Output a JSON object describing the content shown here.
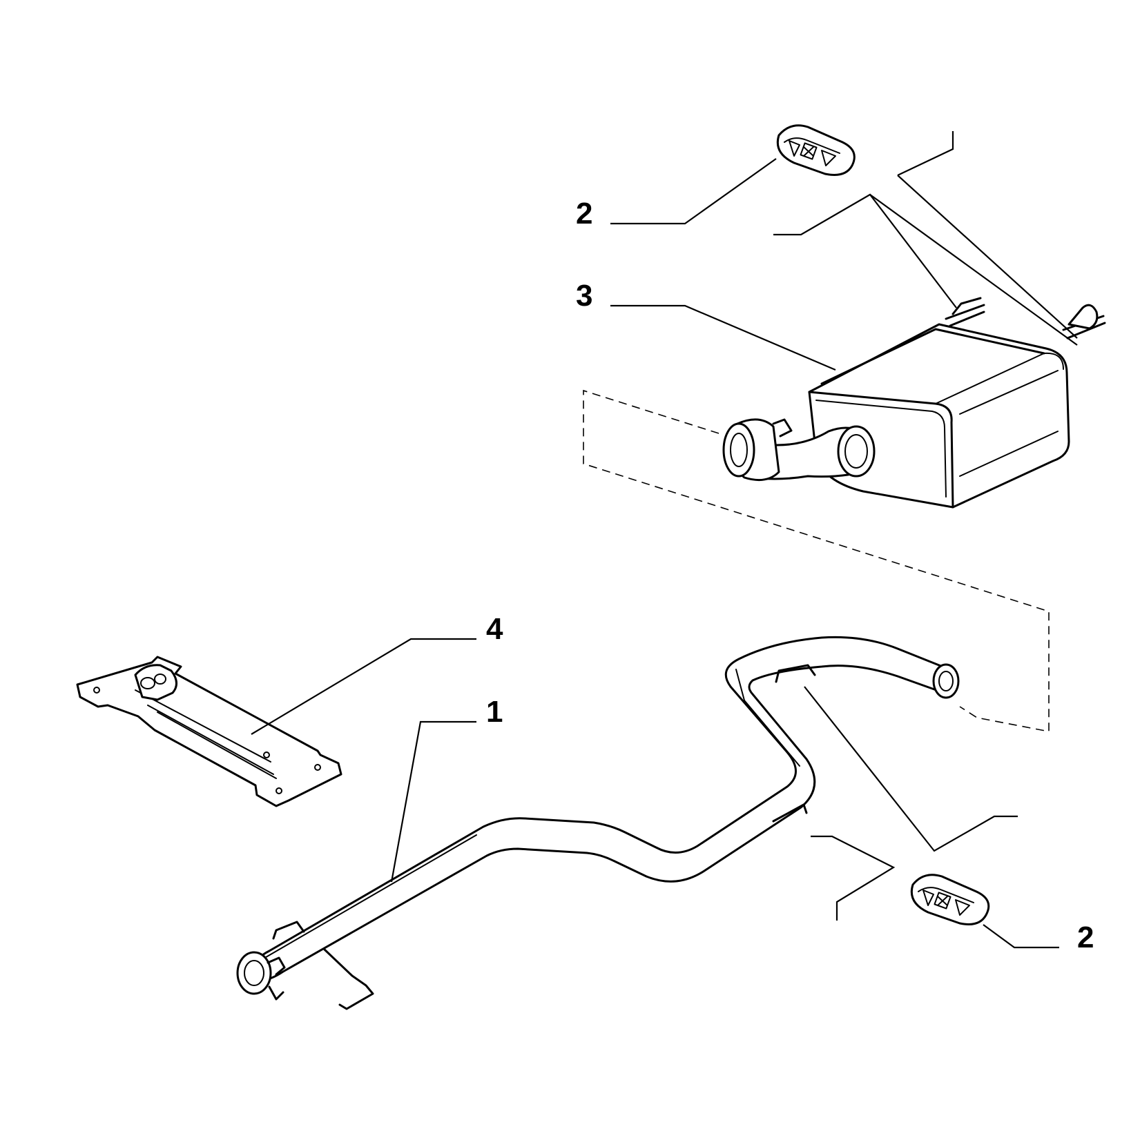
{
  "callouts": {
    "c1": "1",
    "c2_top": "2",
    "c2_bottom": "2",
    "c3": "3",
    "c4": "4"
  }
}
